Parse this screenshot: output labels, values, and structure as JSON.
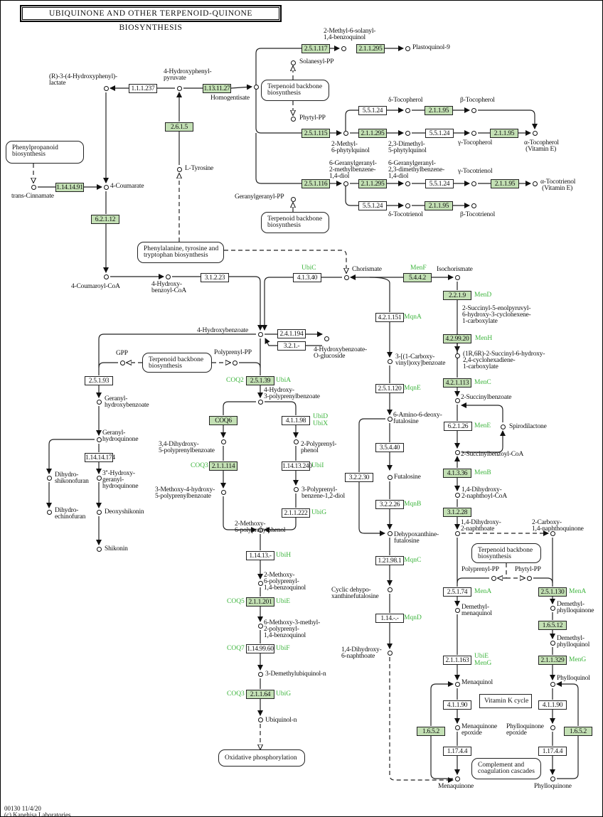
{
  "title": "UBIQUINONE AND OTHER TERPENOID-QUINONE BIOSYNTHESIS",
  "footer": "00130 11/4/20\n(c) Kanehisa Laboratories",
  "colors": {
    "highlighted_enzyme": "#c3e0b4",
    "gene_label": "#3cb43c",
    "line": "#222222"
  },
  "enzymes": [
    {
      "label": "2.5.1.117",
      "highlighted": true
    },
    {
      "label": "2.1.1.295",
      "highlighted": true
    },
    {
      "label": "1.1.1.237",
      "highlighted": false
    },
    {
      "label": "1.13.11.27",
      "highlighted": true
    },
    {
      "label": "2.6.1.5",
      "highlighted": true
    },
    {
      "label": "5.5.1.24",
      "highlighted": false
    },
    {
      "label": "2.1.1.95",
      "highlighted": true
    },
    {
      "label": "2.5.1.115",
      "highlighted": true
    },
    {
      "label": "2.1.1.295",
      "highlighted": true
    },
    {
      "label": "5.5.1.24",
      "highlighted": false
    },
    {
      "label": "2.1.1.95",
      "highlighted": true
    },
    {
      "label": "1.14.14.91",
      "highlighted": true
    },
    {
      "label": "2.5.1.116",
      "highlighted": true
    },
    {
      "label": "2.1.1.295",
      "highlighted": true
    },
    {
      "label": "5.5.1.24",
      "highlighted": false
    },
    {
      "label": "2.1.1.95",
      "highlighted": true
    },
    {
      "label": "5.5.1.24",
      "highlighted": false
    },
    {
      "label": "2.1.1.95",
      "highlighted": true
    },
    {
      "label": "6.2.1.12",
      "highlighted": true
    },
    {
      "label": "3.1.2.23",
      "highlighted": false
    },
    {
      "label": "4.1.3.40",
      "highlighted": false
    },
    {
      "label": "5.4.4.2",
      "highlighted": true
    },
    {
      "label": "2.2.1.9",
      "highlighted": true
    },
    {
      "label": "4.2.1.151",
      "highlighted": false
    },
    {
      "label": "2.4.1.194",
      "highlighted": false
    },
    {
      "label": "3.2.1.-",
      "highlighted": false
    },
    {
      "label": "4.2.99.20",
      "highlighted": true
    },
    {
      "label": "2.5.1.93",
      "highlighted": false
    },
    {
      "label": "2.5.1.39",
      "highlighted": true
    },
    {
      "label": "4.2.1.113",
      "highlighted": true
    },
    {
      "label": "2.5.1.120",
      "highlighted": false
    },
    {
      "label": "COQ6",
      "highlighted": true
    },
    {
      "label": "4.1.1.98",
      "highlighted": false
    },
    {
      "label": "6.2.1.26",
      "highlighted": false
    },
    {
      "label": "3.5.4.40",
      "highlighted": false
    },
    {
      "label": "1.14.14.174",
      "highlighted": false
    },
    {
      "label": "2.1.1.114",
      "highlighted": true
    },
    {
      "label": "1.14.13.240",
      "highlighted": false
    },
    {
      "label": "4.1.3.36",
      "highlighted": true
    },
    {
      "label": "3.2.2.30",
      "highlighted": false
    },
    {
      "label": "3.2.2.26",
      "highlighted": false
    },
    {
      "label": "3.1.2.28",
      "highlighted": true
    },
    {
      "label": "2.1.1.222",
      "highlighted": false
    },
    {
      "label": "1.14.13.-",
      "highlighted": false
    },
    {
      "label": "1.21.98.1",
      "highlighted": false
    },
    {
      "label": "2.5.1.74",
      "highlighted": false
    },
    {
      "label": "2.5.1.130",
      "highlighted": true
    },
    {
      "label": "1.14.-.-",
      "highlighted": false
    },
    {
      "label": "2.1.1.201",
      "highlighted": true
    },
    {
      "label": "1.6.5.12",
      "highlighted": true
    },
    {
      "label": "1.14.99.60",
      "highlighted": false
    },
    {
      "label": "2.1.1.163",
      "highlighted": false
    },
    {
      "label": "2.1.1.329",
      "highlighted": true
    },
    {
      "label": "2.1.1.64",
      "highlighted": true
    },
    {
      "label": "4.1.1.90",
      "highlighted": false
    },
    {
      "label": "4.1.1.90",
      "highlighted": false
    },
    {
      "label": "1.6.5.2",
      "highlighted": true
    },
    {
      "label": "1.6.5.2",
      "highlighted": true
    },
    {
      "label": "1.17.4.4",
      "highlighted": false
    },
    {
      "label": "1.17.4.4",
      "highlighted": false
    }
  ],
  "genes": [
    "UbiC",
    "MenF",
    "MenD",
    "MqnA",
    "MenH",
    "COQ2",
    "UbiA",
    "MenC",
    "MqnE",
    "UbiD\nUbiX",
    "MenE",
    "UbiI",
    "COQ3",
    "MenB",
    "MqnB",
    "UbiG",
    "UbiH",
    "MqnC",
    "MenA",
    "MenA",
    "COQ5",
    "UbiE",
    "MqnD",
    "COQ7",
    "UbiF",
    "UbiE\nMenG",
    "MenG",
    "COQ3",
    "UbiG"
  ],
  "compounds": [
    "2-Methyl-6-solanyl-\n1,4-benzoquinol",
    "Plastoquinol-9",
    "Solanesyl-PP",
    "(R)-3-(4-Hydroxyphenyl)-\nlactate",
    "4-Hydroxyphenyl-\npyruvate",
    "Homogentisate",
    "Phytyl-PP",
    "δ-Tocopherol",
    "β-Tocopherol",
    "2-Methyl-\n6-phytylquinol",
    "2,3-Dimethyl-\n5-phytylquinol",
    "γ-Tocopherol",
    "α-Tocopherol\n (Vitamin E)",
    "L-Tyrosine",
    "6-Geranylgeranyl-\n2-methylbenzene-\n1,4-diol",
    "6-Geranylgeranyl-\n2,3-dimethylbenzene-\n1,4-diol",
    "γ-Tocotrienol",
    "α-Tocotrienol\n (Vitamin E)",
    "4-Coumarate",
    "trans-Cinnamate",
    "Geranylgeranyl-PP",
    "δ-Tocotrienol",
    "β-Tocotrienol",
    "4-Coumaroyl-CoA",
    "4-Hydroxy-\nbenzoyl-CoA",
    "Chorismate",
    "Isochorismate",
    "4-Hydroxybenzoate",
    "4-Hydroxybenzoate-\nO-glucoside",
    "2-Succinyl-5-enolpyruvyl-\n6-hydroxy-3-cyclohexene-\n1-carboxylate",
    "GPP",
    "Polyprenyl-PP",
    "3-[(1-Carboxy-\nvinyl)oxy]benzoate",
    "(1R,6R)-2-Succinyl-6-hydroxy-\n2,4-cyclohexadiene-\n1-carboxylate",
    "4-Hydroxy-\n3-polyprenylbenzoate",
    "Geranyl-\nhydroxybenzoate",
    "2-Succinylbenzoate",
    "6-Amino-6-deoxy-\nfutalosine",
    "Spirodilactone",
    "Geranyl-\nhydroquinone",
    "3,4-Dihydroxy-\n5-polyprenylbenzoate",
    "2-Polyprenyl-\nphenol",
    "2-Succinylbenzoyl-CoA",
    "Dihydro-\nshikonofuran",
    "3''-Hydroxy-\ngeranyl-\nhydroquinone",
    "Futalosine",
    "1,4-Dihydroxy-\n2-naphthoyl-CoA",
    "3-Methoxy-4-hydroxy-\n5-polyprenylbenzoate",
    "3-Polyprenyl-\nbenzene-1,2-diol",
    "Dihydro-\nechinofuran",
    "Deoxyshikonin",
    "2-Methoxy-\n6-polyprenylphenol",
    "1,4-Dihydroxy-\n2-naphthoate",
    "2-Carboxy-\n1,4-naphthoquinone",
    "Dehypoxanthine-\nfutalosine",
    "Shikonin",
    "Polyprenyl-PP",
    "Phytyl-PP",
    "2-Methoxy-\n6-polyprenyl-\n1,4-benzoquinol",
    "Cyclic dehypo-\nxanthinefutalosine",
    "Demethyl-\nmenaquinol",
    "Demethyl-\nphylloquinone",
    "6-Methoxy-3-methyl-\n2-polyprenyl-\n1,4-benzoquinol",
    "Demethyl-\nphylloquinol",
    "1,4-Dihydroxy-\n6-naphthoate",
    "3-Demethylubiquinol-n",
    "Menaquinol",
    "Phylloquinol",
    "Menaquinone\nepoxide",
    "Phylloquinone\nepoxide",
    "Ubiquinol-n",
    "Menaquinone",
    "Phylloquinone"
  ],
  "maps": [
    "Phenylpropanoid\nbiosynthesis",
    "Terpenoid backbone\nbiosynthesis",
    "Terpenoid backbone\nbiosynthesis",
    "Phenylalanine, tyrosine and\ntryptophan biosynthesis",
    "Terpenoid backbone\nbiosynthesis",
    "Terpenoid backbone\nbiosynthesis",
    "Oxidative phosphorylation",
    "Complement and\ncoagulation cascades",
    "Vitamin K cycle"
  ]
}
